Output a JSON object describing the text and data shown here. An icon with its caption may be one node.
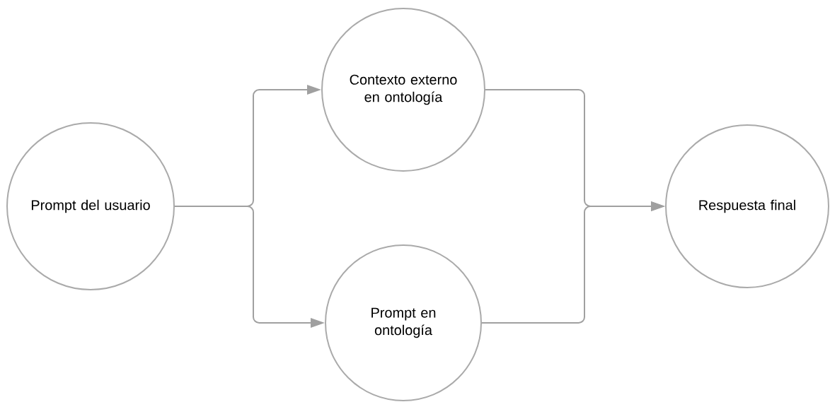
{
  "diagram": {
    "nodes": [
      {
        "text": [
          "Prompt del usuario"
        ]
      },
      {
        "text": [
          "Contexto externo en ontología"
        ]
      },
      {
        "text": [
          "Prompt en ontología"
        ]
      },
      {
        "text": [
          "Respuesta final"
        ]
      }
    ],
    "edges": [
      {
        "from": 0,
        "to": 1,
        "arrow": "to"
      },
      {
        "from": 0,
        "to": 2,
        "arrow": "to"
      },
      {
        "from": 1,
        "to": 3,
        "arrow": "to"
      },
      {
        "from": 2,
        "to": 3,
        "arrow": "to"
      }
    ]
  }
}
